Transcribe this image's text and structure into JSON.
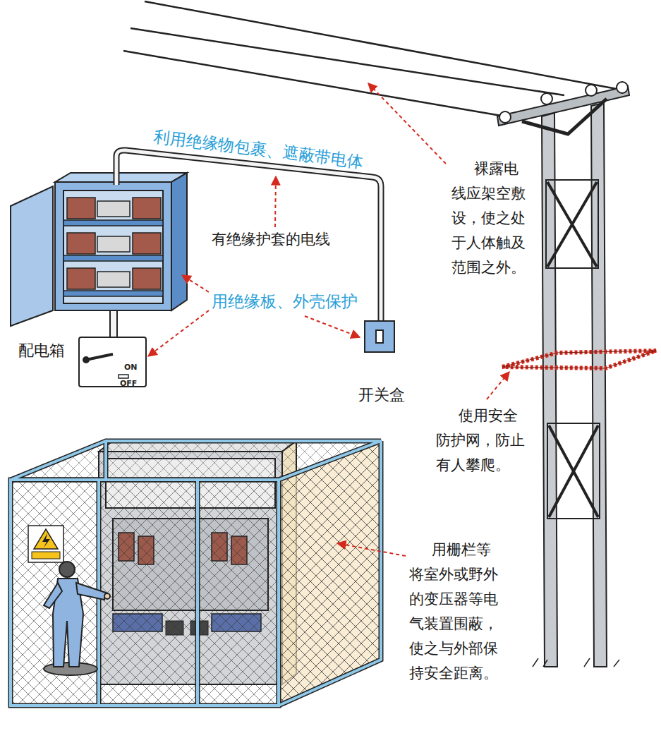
{
  "diagram": {
    "labels": [
      "利用绝缘物包裹、遮蔽带电体",
      "有绝缘护套的电线",
      "用绝缘板、外壳保护",
      "配电箱",
      "开关盒",
      "ON",
      "OFF",
      "裸露电线应架空敷设，使之处于人体触及范围之外。",
      "使用安全防护网，防止有人攀爬。",
      "用栅栏等将室外或野外的变压器等电气装置围蔽，使之与外部保持安全距离。"
    ]
  }
}
